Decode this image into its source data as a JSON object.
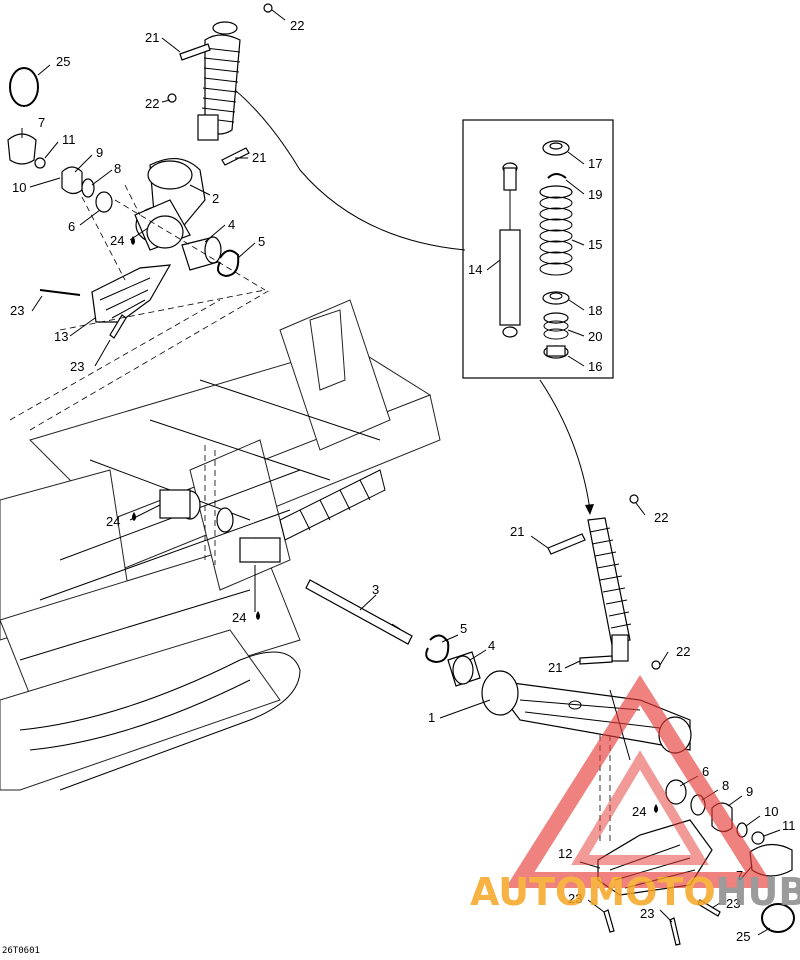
{
  "diagram": {
    "drawing_code": "26T0601",
    "callouts": [
      "1",
      "2",
      "3",
      "4",
      "5",
      "6",
      "7",
      "8",
      "9",
      "10",
      "11",
      "12",
      "13",
      "14",
      "15",
      "16",
      "17",
      "18",
      "19",
      "20",
      "21",
      "22",
      "23",
      "24",
      "25"
    ],
    "watermark": {
      "part1": "AUTO",
      "part2": "MOTO",
      "part3": "HUB"
    },
    "colors": {
      "watermark_red": "#e53935",
      "watermark_orange": "#f5a623",
      "watermark_gray": "#8a8a8a",
      "line": "#000000"
    }
  }
}
